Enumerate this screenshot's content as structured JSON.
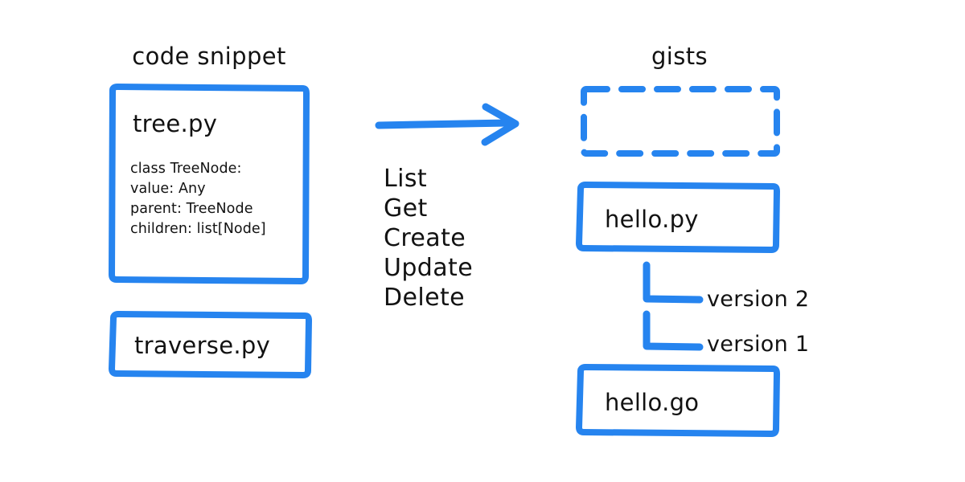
{
  "diagram": {
    "title_left": "code snippet",
    "title_right": "gists",
    "accent_color": "#2684EF",
    "text_color": "#121212",
    "background_color": "#FFFFFF"
  },
  "left_column": {
    "heading": "code snippet",
    "primary_card": {
      "filename": "tree.py",
      "code_lines": [
        "class TreeNode:",
        "  value: Any",
        "  parent: TreeNode",
        "  children: list[Node]"
      ]
    },
    "secondary_card": {
      "filename": "traverse.py"
    }
  },
  "middle_column": {
    "arrow": "arrow-right",
    "operations": [
      "List",
      "Get",
      "Create",
      "Update",
      "Delete"
    ]
  },
  "right_column": {
    "heading": "gists",
    "placeholder_card": {
      "label": "",
      "style": "dashed-empty"
    },
    "cards": [
      {
        "filename": "hello.py"
      },
      {
        "filename": "hello.go"
      }
    ],
    "versions": [
      "version 2",
      "version 1"
    ]
  }
}
